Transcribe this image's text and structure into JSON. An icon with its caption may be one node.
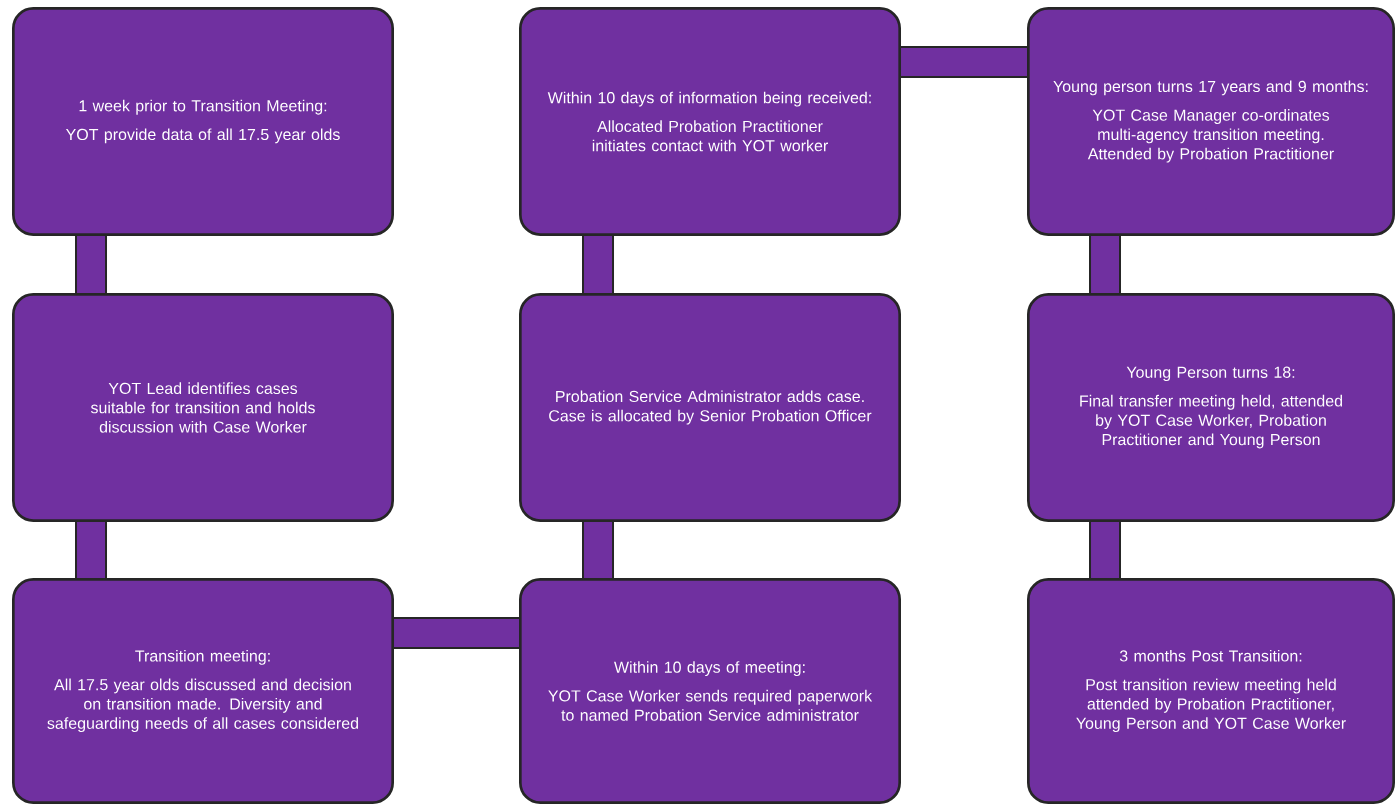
{
  "diagram": {
    "nodes": [
      {
        "text": [
          "1 week prior to Transition Meeting:",
          "YOT provide data of all 17.5 year olds"
        ]
      },
      {
        "text": [
          "YOT Lead identifies cases suitable for transition and holds discussion with Case Worker"
        ]
      },
      {
        "text": [
          "Transition meeting:",
          "All 17.5 year olds discussed and decision on transition made. Diversity and safeguarding needs of all cases considered"
        ]
      },
      {
        "text": [
          "Within 10 days of meeting:",
          "YOT Case Worker sends required paperwork to named Probation Service administrator"
        ]
      },
      {
        "text": [
          "Probation Service Administrator adds case. Case is allocated by Senior Probation Officer"
        ]
      },
      {
        "text": [
          "Within 10 days of information being received:",
          "Allocated Probation Practitioner initiates contact with YOT worker"
        ]
      },
      {
        "text": [
          "Young person turns 17 years and 9 months:",
          "YOT Case Manager co-ordinates multi-agency transition meeting. Attended by Probation Practitioner"
        ]
      },
      {
        "text": [
          "Young Person turns 18:",
          "Final transfer meeting held, attended by YOT Case Worker, Probation Practitioner and Young Person"
        ]
      },
      {
        "text": [
          "3 months Post Transition:",
          "Post transition review meeting held attended by Probation Practitioner, Young Person and YOT Case Worker"
        ]
      }
    ],
    "edges": [
      {
        "from": 0,
        "to": 1,
        "arrow": "none"
      },
      {
        "from": 1,
        "to": 2,
        "arrow": "none"
      },
      {
        "from": 2,
        "to": 3,
        "arrow": "none"
      },
      {
        "from": 3,
        "to": 4,
        "arrow": "none"
      },
      {
        "from": 4,
        "to": 5,
        "arrow": "none"
      },
      {
        "from": 5,
        "to": 6,
        "arrow": "none"
      },
      {
        "from": 6,
        "to": 7,
        "arrow": "none"
      },
      {
        "from": 7,
        "to": 8,
        "arrow": "none"
      }
    ]
  }
}
